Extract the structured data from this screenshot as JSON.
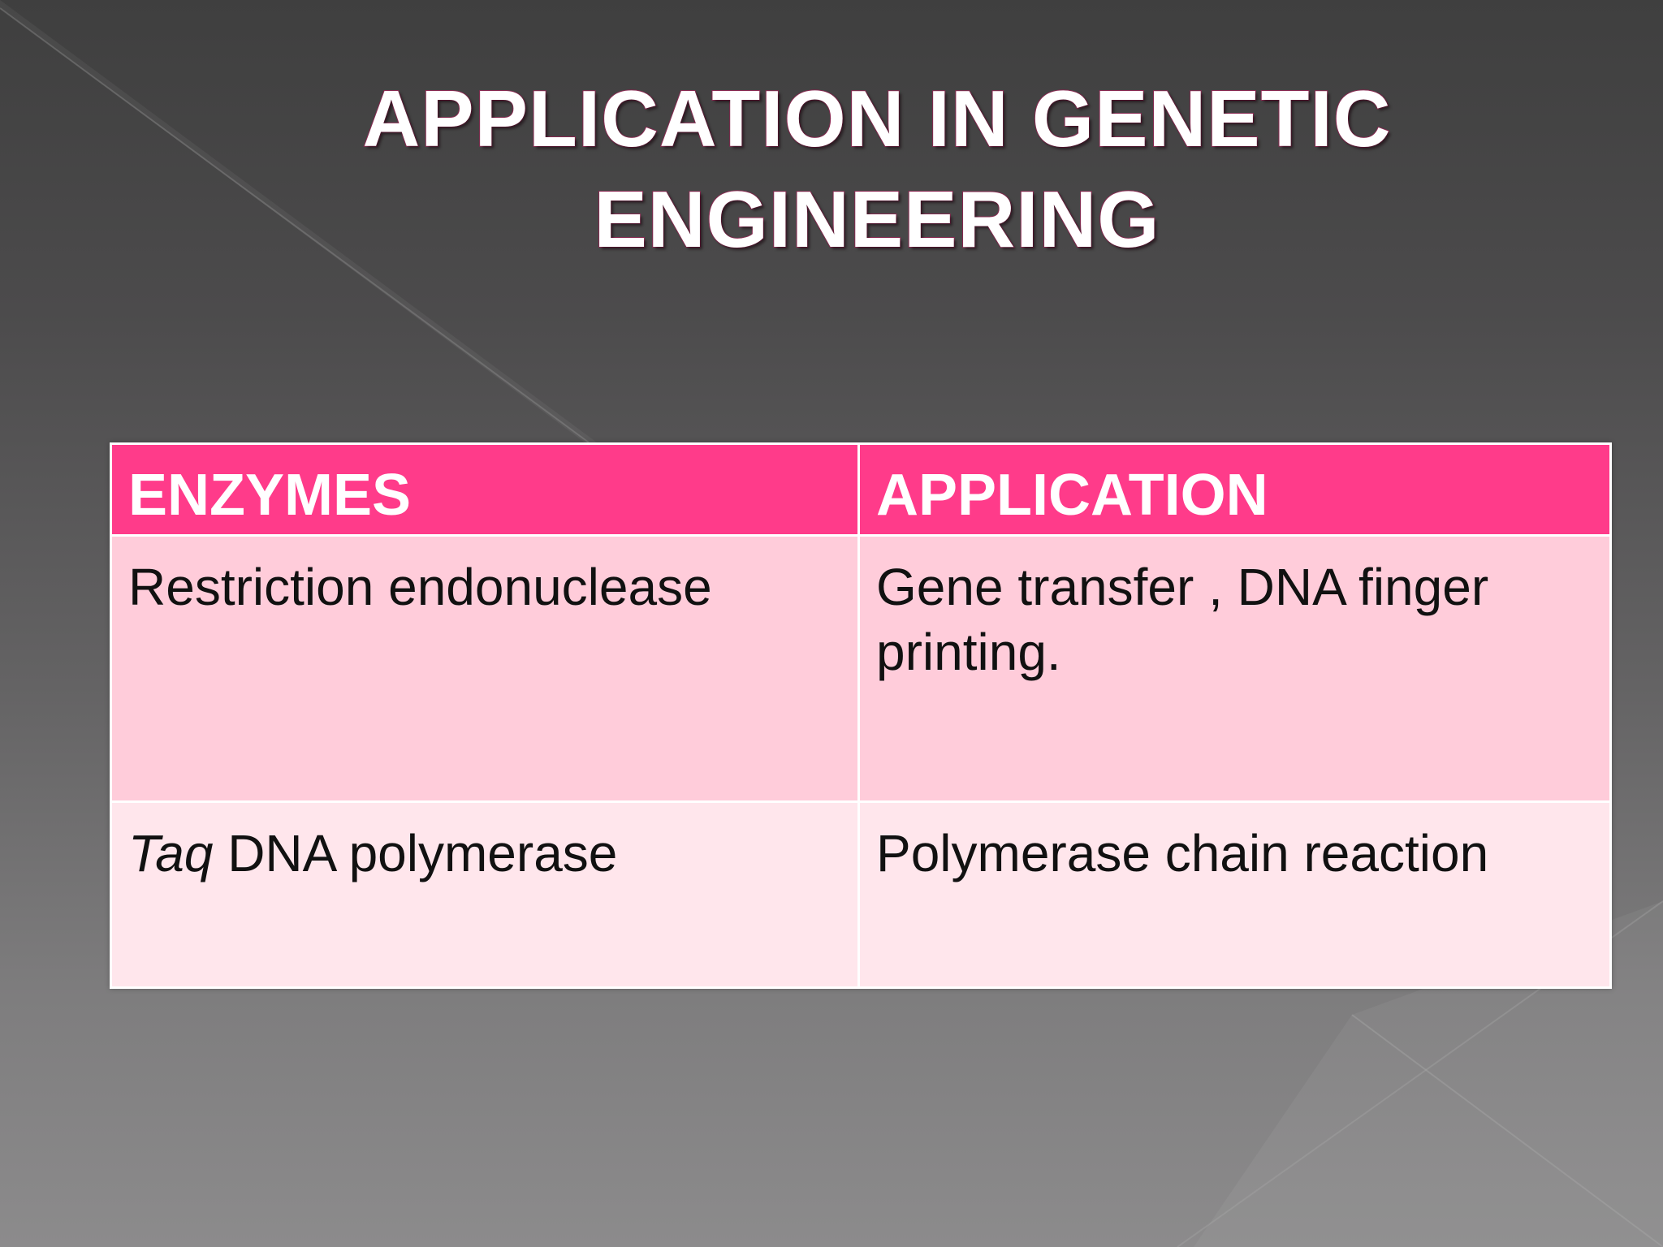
{
  "slide": {
    "title_line1": "APPLICATION IN GENETIC",
    "title_line2": "ENGINEERING"
  },
  "table": {
    "headers": [
      "ENZYMES",
      "APPLICATION"
    ],
    "rows": [
      {
        "enzyme_italic": "",
        "enzyme": "Restriction endonuclease",
        "application": "Gene transfer , DNA finger printing."
      },
      {
        "enzyme_italic": "Taq",
        "enzyme": " DNA polymerase",
        "application": "Polymerase chain reaction"
      }
    ]
  },
  "colors": {
    "header_bg": "#ff3b8a",
    "row1_bg": "#ffccda",
    "row2_bg": "#ffe6ec",
    "title_text": "#ffffff",
    "background": "#5a595a"
  }
}
